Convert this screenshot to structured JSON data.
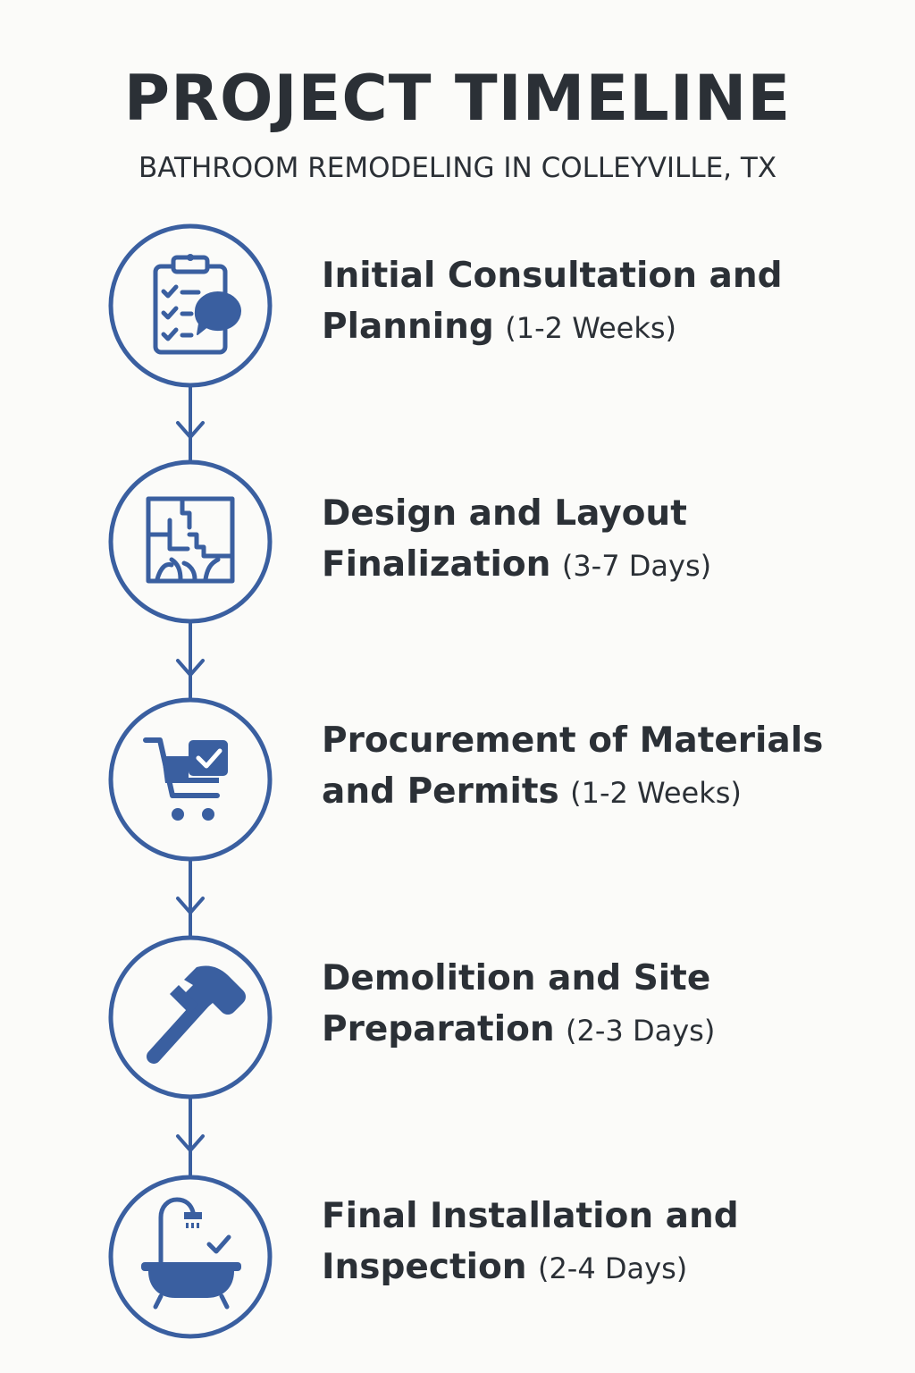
{
  "header": {
    "title": "PROJECT TIMELINE",
    "subtitle": "BATHROOM REMODELING IN COLLEYVILLE, TX"
  },
  "colors": {
    "accent": "#3a5fa0",
    "text": "#2b3036",
    "background": "#fbfbf9"
  },
  "steps": [
    {
      "title": "Initial Consultation and Planning",
      "duration": "(1-2 Weeks)",
      "icon": "clipboard-chat-icon"
    },
    {
      "title": "Design and Layout Finalization",
      "duration": "(3-7 Days)",
      "icon": "floor-plan-icon"
    },
    {
      "title": "Procurement of Materials and Permits",
      "duration": "(1-2 Weeks)",
      "icon": "shopping-cart-check-icon"
    },
    {
      "title": "Demolition and Site Preparation",
      "duration": "(2-3 Days)",
      "icon": "hammer-icon"
    },
    {
      "title": "Final Installation and Inspection",
      "duration": "(2-4 Days)",
      "icon": "bathtub-check-icon"
    }
  ]
}
